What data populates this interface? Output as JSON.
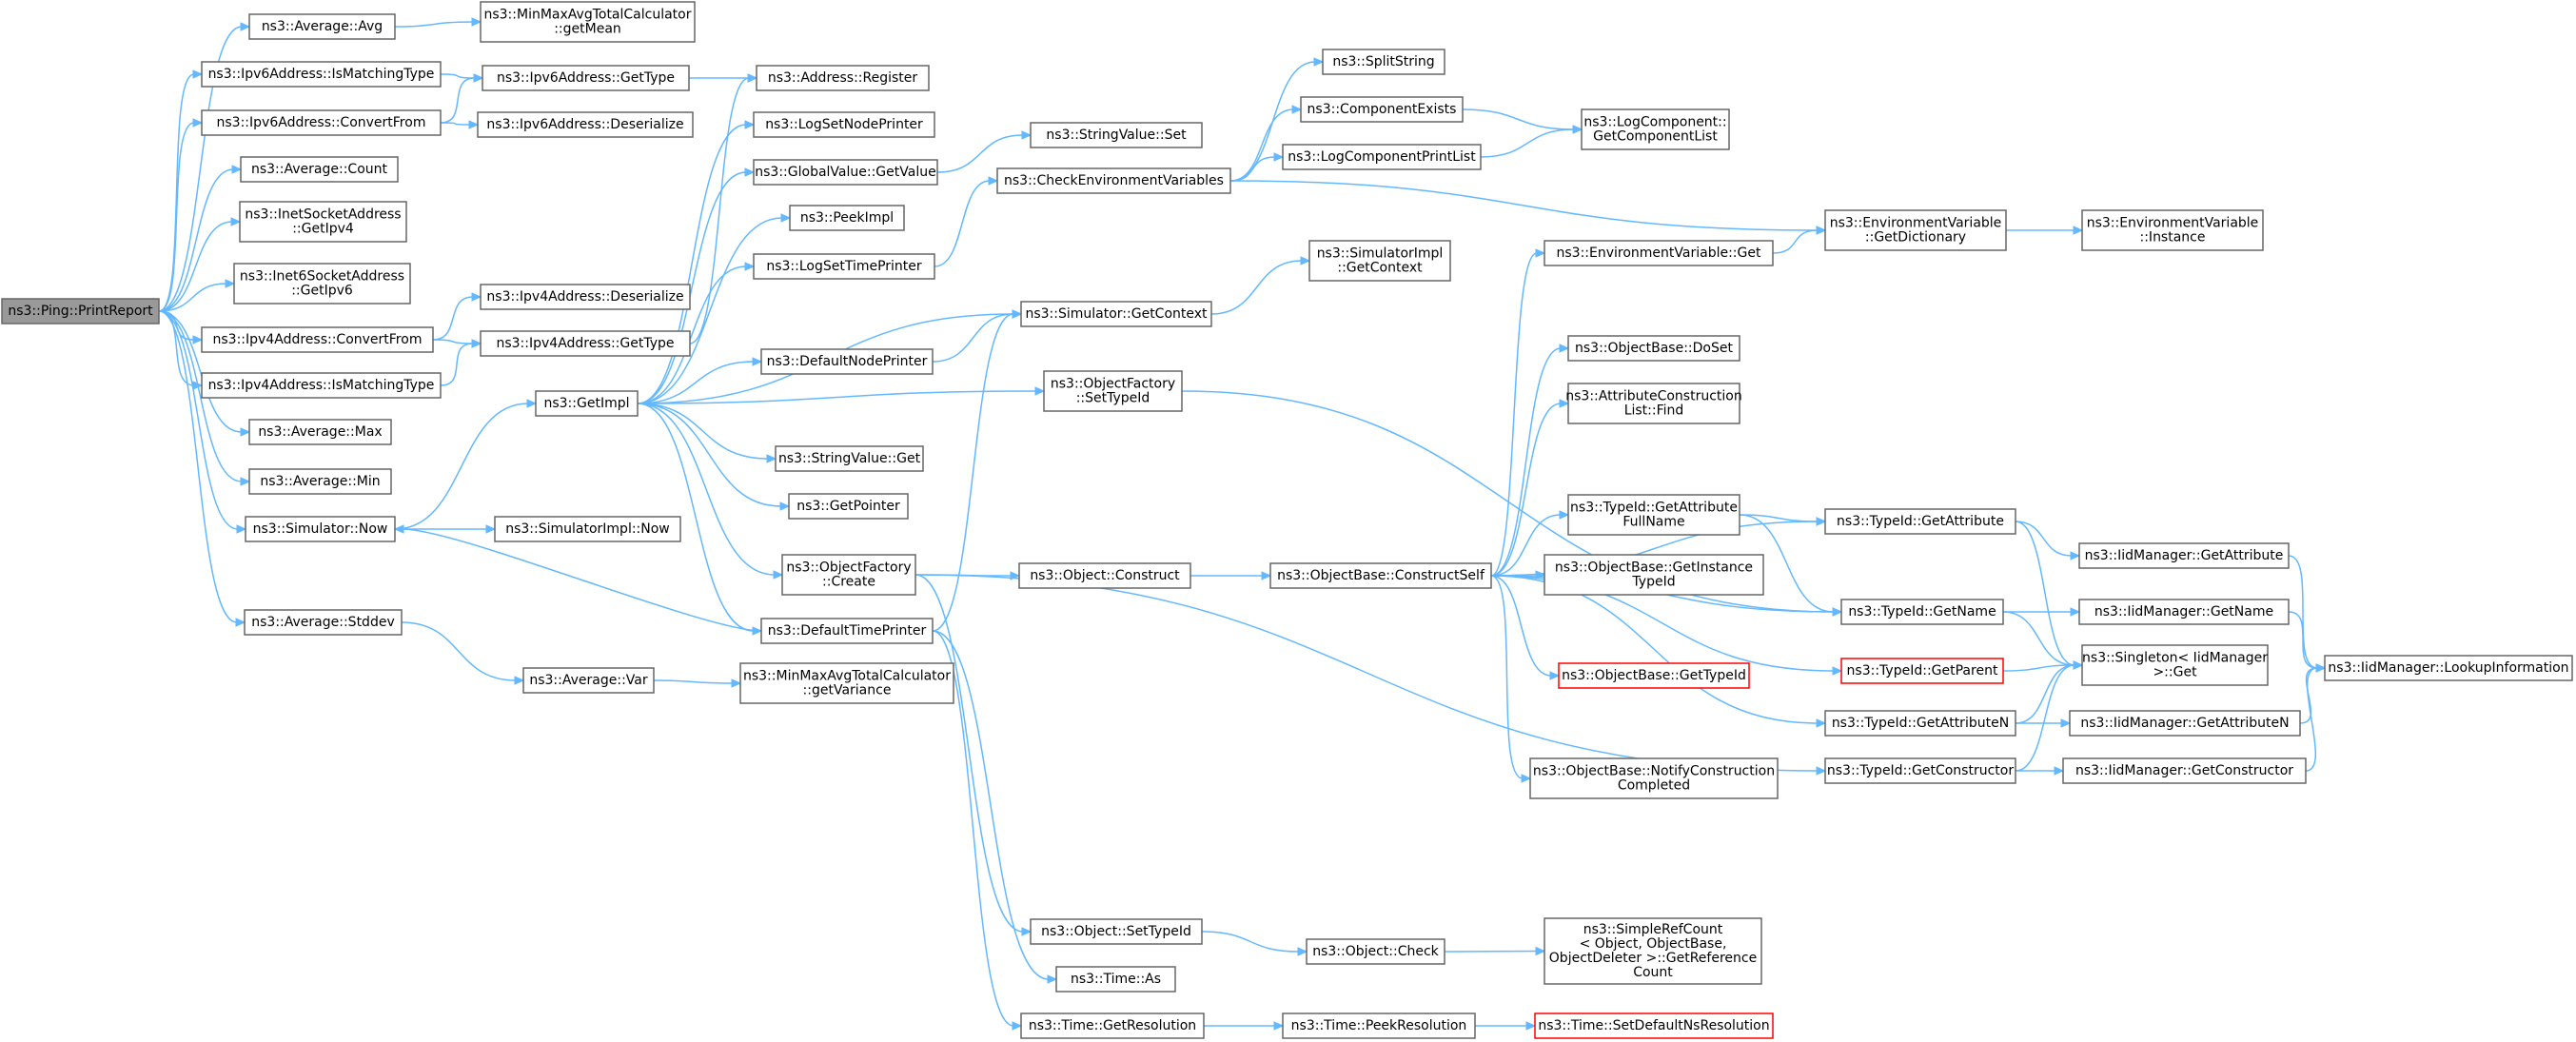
{
  "title": "",
  "colors": {
    "edge": "#63b8ff",
    "node_border": "#666666",
    "root_fill": "#999999",
    "missing_border": "#ff0000"
  },
  "nodes": [
    {
      "id": "root",
      "lines": [
        "ns3::Ping::PrintReport"
      ],
      "root": true
    },
    {
      "id": "avgavg",
      "lines": [
        "ns3::Average::Avg"
      ]
    },
    {
      "id": "getmean",
      "lines": [
        "ns3::MinMaxAvgTotalCalculator",
        "::getMean"
      ]
    },
    {
      "id": "ip6match",
      "lines": [
        "ns3::Ipv6Address::IsMatchingType"
      ]
    },
    {
      "id": "ip6gettype",
      "lines": [
        "ns3::Ipv6Address::GetType"
      ]
    },
    {
      "id": "addrreg",
      "lines": [
        "ns3::Address::Register"
      ]
    },
    {
      "id": "ip6conv",
      "lines": [
        "ns3::Ipv6Address::ConvertFrom"
      ]
    },
    {
      "id": "ip6deser",
      "lines": [
        "ns3::Ipv6Address::Deserialize"
      ]
    },
    {
      "id": "avgcount",
      "lines": [
        "ns3::Average::Count"
      ]
    },
    {
      "id": "inetget4",
      "lines": [
        "ns3::InetSocketAddress",
        "::GetIpv4"
      ]
    },
    {
      "id": "inet6get6",
      "lines": [
        "ns3::Inet6SocketAddress",
        "::GetIpv6"
      ]
    },
    {
      "id": "ip4deser",
      "lines": [
        "ns3::Ipv4Address::Deserialize"
      ]
    },
    {
      "id": "ip4conv",
      "lines": [
        "ns3::Ipv4Address::ConvertFrom"
      ]
    },
    {
      "id": "ip4gettype",
      "lines": [
        "ns3::Ipv4Address::GetType"
      ]
    },
    {
      "id": "ip4match",
      "lines": [
        "ns3::Ipv4Address::IsMatchingType"
      ]
    },
    {
      "id": "avgmax",
      "lines": [
        "ns3::Average::Max"
      ]
    },
    {
      "id": "avgmin",
      "lines": [
        "ns3::Average::Min"
      ]
    },
    {
      "id": "simnow",
      "lines": [
        "ns3::Simulator::Now"
      ]
    },
    {
      "id": "avgstd",
      "lines": [
        "ns3::Average::Stddev"
      ]
    },
    {
      "id": "avgvar",
      "lines": [
        "ns3::Average::Var"
      ]
    },
    {
      "id": "getvar",
      "lines": [
        "ns3::MinMaxAvgTotalCalculator",
        "::getVariance"
      ]
    },
    {
      "id": "simimplnow",
      "lines": [
        "ns3::SimulatorImpl::Now"
      ]
    },
    {
      "id": "getimpl",
      "lines": [
        "ns3::GetImpl"
      ]
    },
    {
      "id": "lognodep",
      "lines": [
        "ns3::LogSetNodePrinter"
      ]
    },
    {
      "id": "gvget",
      "lines": [
        "ns3::GlobalValue::GetValue"
      ]
    },
    {
      "id": "peekimpl",
      "lines": [
        "ns3::PeekImpl"
      ]
    },
    {
      "id": "logtimep",
      "lines": [
        "ns3::LogSetTimePrinter"
      ]
    },
    {
      "id": "defnodep",
      "lines": [
        "ns3::DefaultNodePrinter"
      ]
    },
    {
      "id": "strget",
      "lines": [
        "ns3::StringValue::Get"
      ]
    },
    {
      "id": "getptr",
      "lines": [
        "ns3::GetPointer"
      ]
    },
    {
      "id": "ofcreate",
      "lines": [
        "ns3::ObjectFactory",
        "::Create"
      ]
    },
    {
      "id": "deftimep",
      "lines": [
        "ns3::DefaultTimePrinter"
      ]
    },
    {
      "id": "strset",
      "lines": [
        "ns3::StringValue::Set"
      ]
    },
    {
      "id": "checkenv",
      "lines": [
        "ns3::CheckEnvironmentVariables"
      ]
    },
    {
      "id": "splitstr",
      "lines": [
        "ns3::SplitString"
      ]
    },
    {
      "id": "compexists",
      "lines": [
        "ns3::ComponentExists"
      ]
    },
    {
      "id": "logcompplist",
      "lines": [
        "ns3::LogComponentPrintList"
      ]
    },
    {
      "id": "getcomplist",
      "lines": [
        "ns3::LogComponent::",
        "GetComponentList"
      ]
    },
    {
      "id": "envgetdict",
      "lines": [
        "ns3::EnvironmentVariable",
        "::GetDictionary"
      ]
    },
    {
      "id": "envinst",
      "lines": [
        "ns3::EnvironmentVariable",
        "::Instance"
      ]
    },
    {
      "id": "envget",
      "lines": [
        "ns3::EnvironmentVariable::Get"
      ]
    },
    {
      "id": "simgetctx",
      "lines": [
        "ns3::Simulator::GetContext"
      ]
    },
    {
      "id": "simimplctx",
      "lines": [
        "ns3::SimulatorImpl",
        "::GetContext"
      ]
    },
    {
      "id": "ofsettid",
      "lines": [
        "ns3::ObjectFactory",
        "::SetTypeId"
      ]
    },
    {
      "id": "objconstruct",
      "lines": [
        "ns3::Object::Construct"
      ]
    },
    {
      "id": "obconstructself",
      "lines": [
        "ns3::ObjectBase::ConstructSelf"
      ]
    },
    {
      "id": "obdoset",
      "lines": [
        "ns3::ObjectBase::DoSet"
      ]
    },
    {
      "id": "attrfind",
      "lines": [
        "ns3::AttributeConstruction",
        "List::Find"
      ]
    },
    {
      "id": "tidattrfull",
      "lines": [
        "ns3::TypeId::GetAttribute",
        "FullName"
      ]
    },
    {
      "id": "obgetinst",
      "lines": [
        "ns3::ObjectBase::GetInstance",
        "TypeId"
      ]
    },
    {
      "id": "obgettid",
      "lines": [
        "ns3::ObjectBase::GetTypeId"
      ],
      "missing": true
    },
    {
      "id": "obnotify",
      "lines": [
        "ns3::ObjectBase::NotifyConstruction",
        "Completed"
      ]
    },
    {
      "id": "tidgetattr",
      "lines": [
        "ns3::TypeId::GetAttribute"
      ]
    },
    {
      "id": "tidgetname",
      "lines": [
        "ns3::TypeId::GetName"
      ]
    },
    {
      "id": "tidgetparent",
      "lines": [
        "ns3::TypeId::GetParent"
      ],
      "missing": true
    },
    {
      "id": "tidgetattrn",
      "lines": [
        "ns3::TypeId::GetAttributeN"
      ]
    },
    {
      "id": "tidgetctor",
      "lines": [
        "ns3::TypeId::GetConstructor"
      ]
    },
    {
      "id": "iidgetattr",
      "lines": [
        "ns3::IidManager::GetAttribute"
      ]
    },
    {
      "id": "iidgetname",
      "lines": [
        "ns3::IidManager::GetName"
      ]
    },
    {
      "id": "singleton",
      "lines": [
        "ns3::Singleton< IidManager",
        ">::Get"
      ]
    },
    {
      "id": "iidgetattrn",
      "lines": [
        "ns3::IidManager::GetAttributeN"
      ]
    },
    {
      "id": "iidgetctor",
      "lines": [
        "ns3::IidManager::GetConstructor"
      ]
    },
    {
      "id": "iidlookup",
      "lines": [
        "ns3::IidManager::LookupInformation"
      ]
    },
    {
      "id": "objsettid",
      "lines": [
        "ns3::Object::SetTypeId"
      ]
    },
    {
      "id": "objcheck",
      "lines": [
        "ns3::Object::Check"
      ]
    },
    {
      "id": "simpleref",
      "lines": [
        "ns3::SimpleRefCount",
        "< Object, ObjectBase,",
        "ObjectDeleter >::GetReference",
        "Count"
      ]
    },
    {
      "id": "timeas",
      "lines": [
        "ns3::Time::As"
      ]
    },
    {
      "id": "timegetres",
      "lines": [
        "ns3::Time::GetResolution"
      ]
    },
    {
      "id": "timepeekres",
      "lines": [
        "ns3::Time::PeekResolution"
      ]
    },
    {
      "id": "timesetdef",
      "lines": [
        "ns3::Time::SetDefaultNsResolution"
      ],
      "missing": true
    }
  ],
  "edges": [
    [
      "root",
      "avgavg"
    ],
    [
      "root",
      "ip6match"
    ],
    [
      "root",
      "ip6conv"
    ],
    [
      "root",
      "avgcount"
    ],
    [
      "root",
      "inetget4"
    ],
    [
      "root",
      "inet6get6"
    ],
    [
      "root",
      "ip4conv"
    ],
    [
      "root",
      "ip4match"
    ],
    [
      "root",
      "avgmax"
    ],
    [
      "root",
      "avgmin"
    ],
    [
      "root",
      "simnow"
    ],
    [
      "root",
      "avgstd"
    ],
    [
      "avgavg",
      "getmean"
    ],
    [
      "ip6match",
      "ip6gettype"
    ],
    [
      "ip6conv",
      "ip6gettype"
    ],
    [
      "ip6conv",
      "ip6deser"
    ],
    [
      "ip6gettype",
      "addrreg"
    ],
    [
      "ip4conv",
      "ip4deser"
    ],
    [
      "ip4conv",
      "ip4gettype"
    ],
    [
      "ip4match",
      "ip4gettype"
    ],
    [
      "ip4gettype",
      "addrreg"
    ],
    [
      "avgstd",
      "avgvar"
    ],
    [
      "avgvar",
      "getvar"
    ],
    [
      "simnow",
      "simimplnow"
    ],
    [
      "simnow",
      "getimpl"
    ],
    [
      "getimpl",
      "lognodep"
    ],
    [
      "getimpl",
      "gvget"
    ],
    [
      "getimpl",
      "peekimpl"
    ],
    [
      "getimpl",
      "logtimep"
    ],
    [
      "getimpl",
      "defnodep"
    ],
    [
      "getimpl",
      "strget"
    ],
    [
      "getimpl",
      "getptr"
    ],
    [
      "getimpl",
      "ofcreate"
    ],
    [
      "getimpl",
      "deftimep"
    ],
    [
      "getimpl",
      "ofsettid"
    ],
    [
      "getimpl",
      "simgetctx"
    ],
    [
      "gvget",
      "strset"
    ],
    [
      "logtimep",
      "checkenv"
    ],
    [
      "checkenv",
      "splitstr"
    ],
    [
      "checkenv",
      "compexists"
    ],
    [
      "checkenv",
      "logcompplist"
    ],
    [
      "checkenv",
      "envgetdict"
    ],
    [
      "compexists",
      "getcomplist"
    ],
    [
      "logcompplist",
      "getcomplist"
    ],
    [
      "envgetdict",
      "envinst"
    ],
    [
      "defnodep",
      "simgetctx"
    ],
    [
      "deftimep",
      "simgetctx"
    ],
    [
      "simgetctx",
      "simimplctx"
    ],
    [
      "deftimep",
      "simnow"
    ],
    [
      "deftimep",
      "timeas"
    ],
    [
      "deftimep",
      "timegetres"
    ],
    [
      "ofsettid",
      "tidgetname"
    ],
    [
      "ofcreate",
      "objconstruct"
    ],
    [
      "ofcreate",
      "objsettid"
    ],
    [
      "ofcreate",
      "tidgetctor"
    ],
    [
      "objconstruct",
      "obconstructself"
    ],
    [
      "obconstructself",
      "envget"
    ],
    [
      "obconstructself",
      "obdoset"
    ],
    [
      "obconstructself",
      "attrfind"
    ],
    [
      "obconstructself",
      "tidattrfull"
    ],
    [
      "obconstructself",
      "obgetinst"
    ],
    [
      "obconstructself",
      "obgettid"
    ],
    [
      "obconstructself",
      "obnotify"
    ],
    [
      "obconstructself",
      "tidgetattr"
    ],
    [
      "obconstructself",
      "tidgetname"
    ],
    [
      "obconstructself",
      "tidgetparent"
    ],
    [
      "obconstructself",
      "tidgetattrn"
    ],
    [
      "envget",
      "envgetdict"
    ],
    [
      "tidattrfull",
      "tidgetattr"
    ],
    [
      "tidattrfull",
      "tidgetname"
    ],
    [
      "tidgetattr",
      "iidgetattr"
    ],
    [
      "tidgetattr",
      "singleton"
    ],
    [
      "tidgetname",
      "iidgetname"
    ],
    [
      "tidgetname",
      "singleton"
    ],
    [
      "tidgetparent",
      "singleton"
    ],
    [
      "tidgetattrn",
      "iidgetattrn"
    ],
    [
      "tidgetattrn",
      "singleton"
    ],
    [
      "tidgetctor",
      "iidgetctor"
    ],
    [
      "tidgetctor",
      "singleton"
    ],
    [
      "iidgetattr",
      "iidlookup"
    ],
    [
      "iidgetname",
      "iidlookup"
    ],
    [
      "iidgetattrn",
      "iidlookup"
    ],
    [
      "iidgetctor",
      "iidlookup"
    ],
    [
      "objsettid",
      "objcheck"
    ],
    [
      "objcheck",
      "simpleref"
    ],
    [
      "timegetres",
      "timepeekres"
    ],
    [
      "timepeekres",
      "timesetdef"
    ]
  ]
}
